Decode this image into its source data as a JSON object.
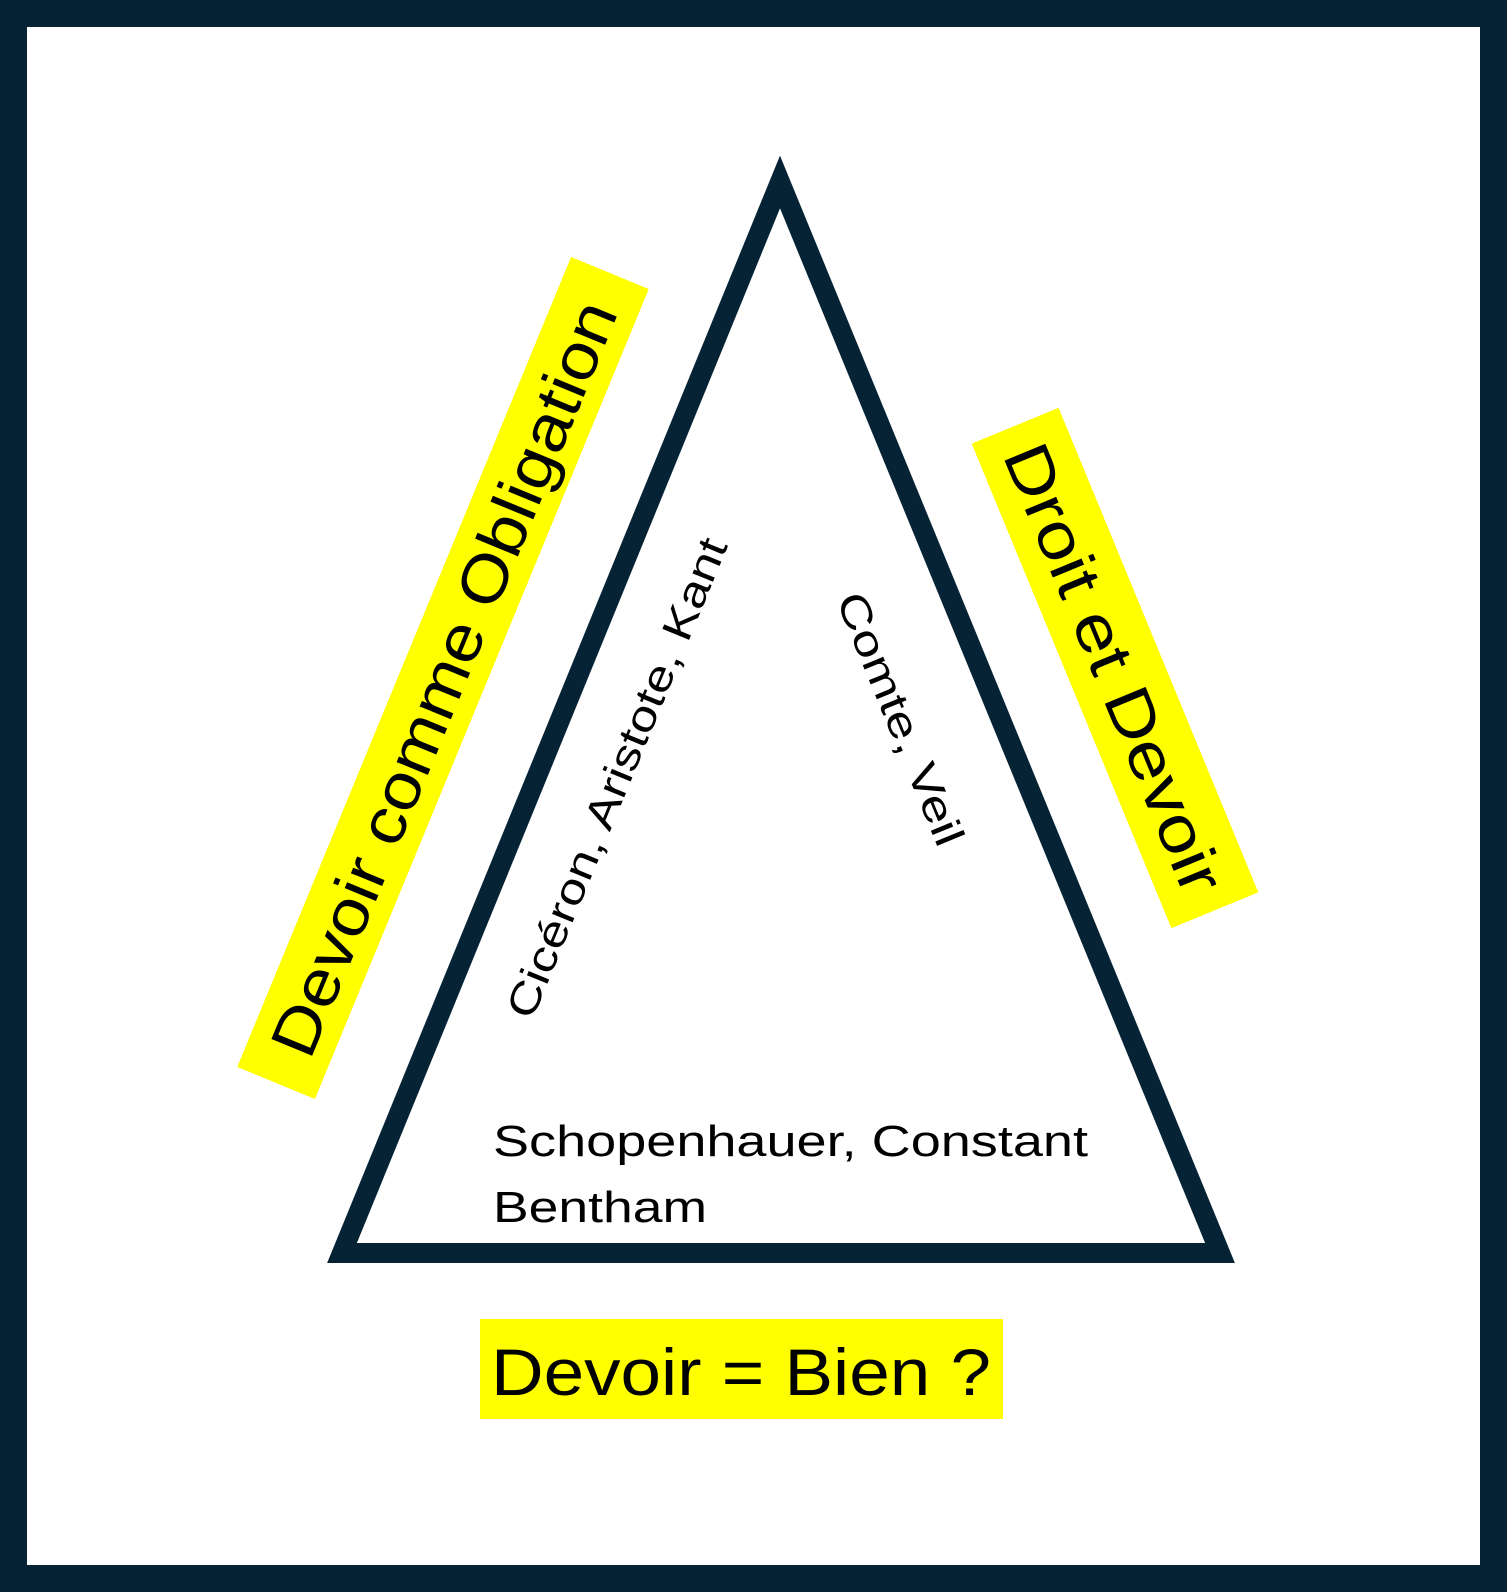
{
  "diagram": {
    "left_side_label": "Devoir comme Obligation",
    "right_side_label": "Droit et Devoir",
    "bottom_label": "Devoir = Bien ?",
    "left_inner_authors": "Cicéron, Aristote, Kant",
    "right_inner_authors": "Comte, Veil",
    "bottom_inner_authors_line1": "Schopenhauer, Constant",
    "bottom_inner_authors_line2": "Bentham"
  },
  "colors": {
    "frame": "#052335",
    "triangle_stroke": "#052335",
    "highlight": "#ffff00",
    "text": "#000000",
    "background": "#ffffff"
  }
}
